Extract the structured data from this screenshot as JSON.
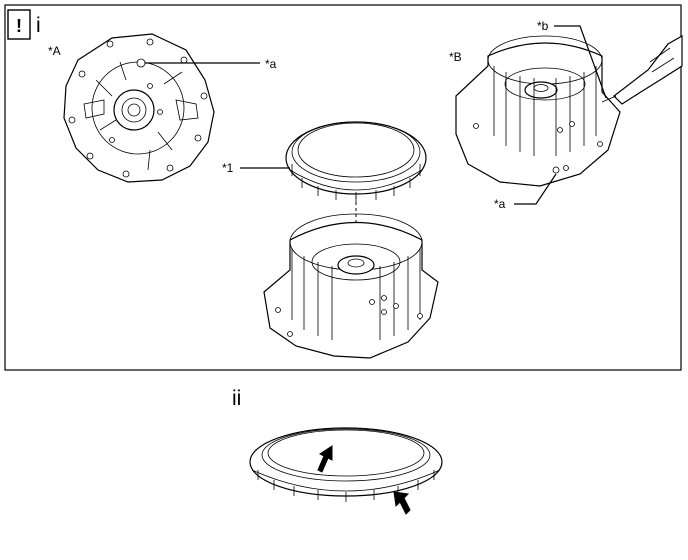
{
  "figure": {
    "warning_symbol": "!",
    "step_i": "i",
    "step_ii": "ii",
    "labels": {
      "A": "*A",
      "B": "*B",
      "a_top": "*a",
      "a_bottom": "*a",
      "b": "*b",
      "one": "*1"
    }
  }
}
